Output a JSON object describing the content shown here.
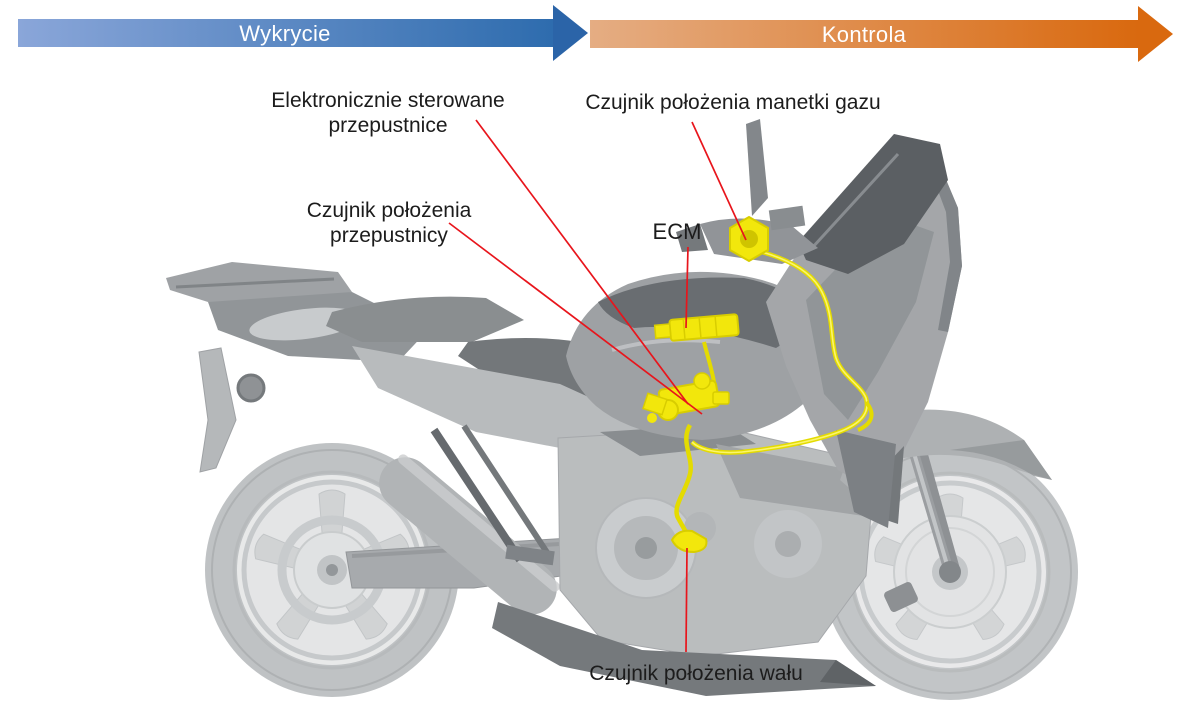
{
  "banner": {
    "wykrycie": {
      "label": "Wykrycie",
      "gradient_start": "#8aa6d9",
      "gradient_end": "#2e6cae",
      "head_color": "#2b64a8",
      "text_color": "#ffffff"
    },
    "kontrola": {
      "label": "Kontrola",
      "gradient_start": "#e5ad83",
      "gradient_end": "#d9690f",
      "head_color": "#d9690f",
      "text_color": "#ffffff"
    }
  },
  "callouts": {
    "electronic_throttles": {
      "line1": "Elektronicznie sterowane",
      "line2": "przepustnice"
    },
    "grip_sensor": {
      "label": "Czujnik położenia manetki gazu"
    },
    "throttle_position_sensor": {
      "line1": "Czujnik położenia",
      "line2": "przepustnicy"
    },
    "ecm": {
      "label": "ECM"
    },
    "crankshaft_sensor": {
      "label": "Czujnik położenia wału"
    }
  },
  "colors": {
    "leader_line_red": "#e8151c",
    "highlight_yellow": "#f2e70c",
    "highlight_yellow_dark": "#d8cd00",
    "label_text": "#1c1c1c",
    "background": "#ffffff"
  }
}
